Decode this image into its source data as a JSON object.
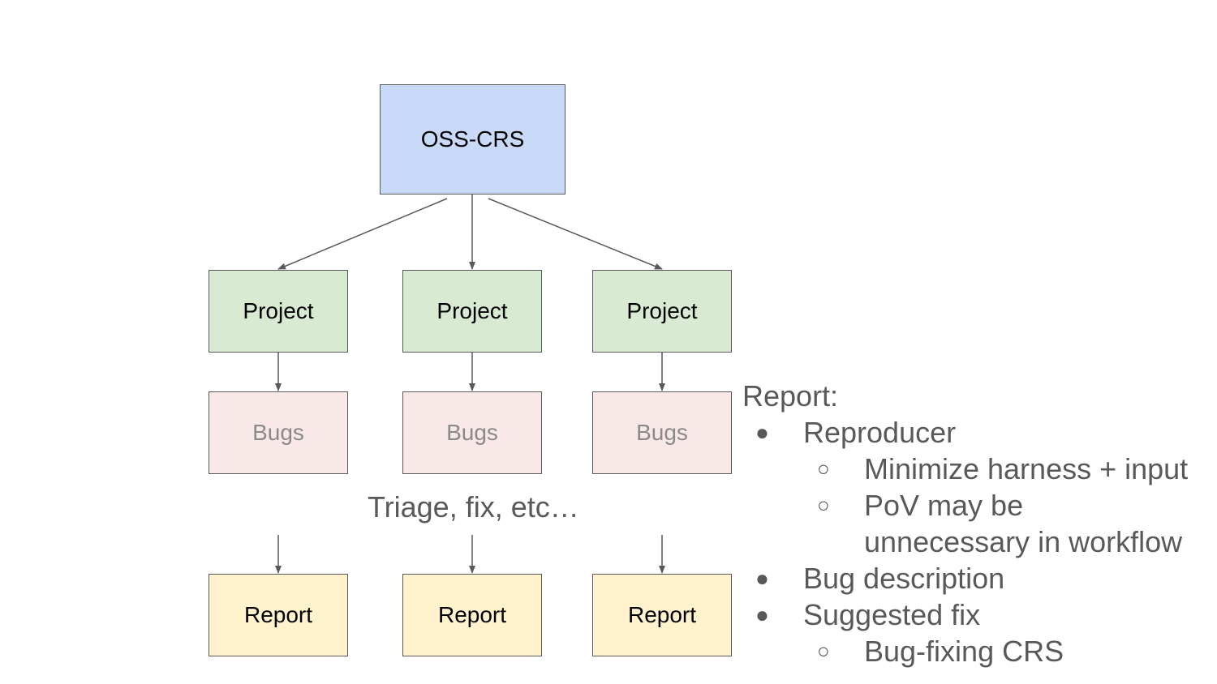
{
  "diagram": {
    "root": {
      "label": "OSS-CRS"
    },
    "projects": [
      {
        "label": "Project"
      },
      {
        "label": "Project"
      },
      {
        "label": "Project"
      }
    ],
    "bugs": [
      {
        "label": "Bugs"
      },
      {
        "label": "Bugs"
      },
      {
        "label": "Bugs"
      }
    ],
    "process_label": "Triage, fix, etc…",
    "reports": [
      {
        "label": "Report"
      },
      {
        "label": "Report"
      },
      {
        "label": "Report"
      }
    ]
  },
  "notes": {
    "heading": "Report:",
    "bullet_symbol": "●",
    "sub_bullet_symbol": "○",
    "items": [
      {
        "text": "Reproducer",
        "sub": [
          "Minimize harness + input",
          "PoV may be",
          "unnecessary in workflow"
        ]
      },
      {
        "text": "Bug description",
        "sub": []
      },
      {
        "text": "Suggested fix",
        "sub": [
          "Bug-fixing CRS"
        ]
      }
    ]
  },
  "colors": {
    "root_fill": "#c9daf8",
    "project_fill": "#d9ead3",
    "bugs_fill": "#f8e8e7",
    "report_fill": "#fff2cc",
    "border": "#595959",
    "muted_text": "#595959"
  }
}
